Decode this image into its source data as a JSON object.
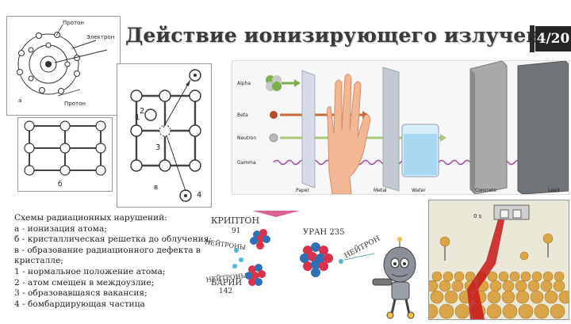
{
  "slide": {
    "title": "Действие ионизирующего излучения",
    "page_number": "4/20"
  },
  "atom_diagram": {
    "labels": [
      "Протон",
      "Электрон",
      "а",
      "Протон"
    ]
  },
  "lattice_diagrams": {
    "small_label": "б",
    "big_labels": [
      "1",
      "2",
      "3",
      "в",
      "4"
    ]
  },
  "penetration_chart": {
    "particles": [
      "Alpha",
      "Beta",
      "Neutron",
      "Gamma"
    ],
    "materials": [
      "Paper",
      "Metal",
      "Water",
      "Concrete",
      "Lead"
    ]
  },
  "caption": {
    "lines": [
      "Схемы радиационных нарушений:",
      "а - ионизация атома;",
      "б - кристаллическая решетка до облучения;",
      "в - образование радиационного дефекта в",
      "кристалле;",
      "1 - нормальное положение атома;",
      "2 - атом смещен в междоузлие;",
      "3 - образовавшаяся вакансия;",
      "4 - бомбардирующая частица"
    ]
  },
  "fission": {
    "krypton": "КРИПТОН",
    "krypton_mass": "91",
    "neutrons_1": "НЕЙТРОНЫ",
    "neutrons_2": "НЕЙТРОНЫ",
    "uranium": "УРАН 235",
    "neutron": "НЕЙТРОН",
    "barium": "БАРИЙ",
    "barium_mass": "142"
  },
  "defect_3d": {
    "label": "0 s"
  }
}
